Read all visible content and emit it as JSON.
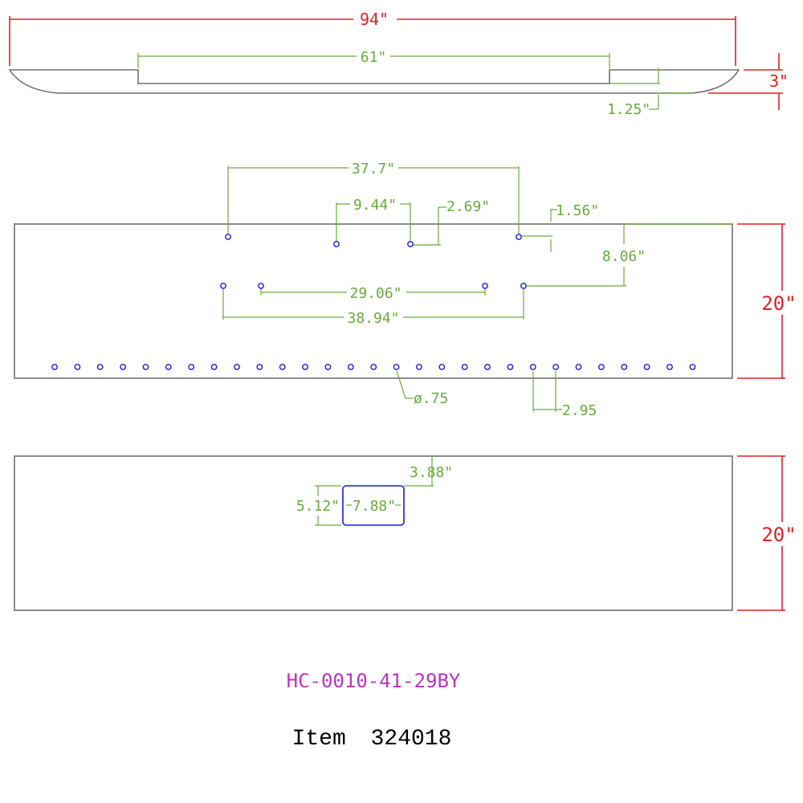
{
  "side_view": {
    "overall_length": "94\"",
    "step_length": "61\"",
    "height": "3\"",
    "step_depth": "1.25\""
  },
  "top_panel": {
    "dim_37_7": "37.7\"",
    "dim_9_44": "9.44\"",
    "dim_2_69": "2.69\"",
    "dim_1_56": "1.56\"",
    "dim_8_06": "8.06\"",
    "dim_29_06": "29.06\"",
    "dim_38_94": "38.94\"",
    "hole_diameter": "ø.75",
    "hole_spacing": "2.95",
    "width": "20\"",
    "row_hole_count": 29
  },
  "bottom_panel": {
    "dim_3_88": "3.88\"",
    "cutout_height": "5.12\"",
    "cutout_width": "7.88\"",
    "width": "20\""
  },
  "part_number": "HC-0010-41-29BY",
  "item_label": "Item",
  "item_number": "324018",
  "colors": {
    "dimension": "#6aaa3c",
    "overall_dimension": "#e02020",
    "hole": "#1a1adc",
    "outline": "#707070",
    "part_number": "#c030c0"
  }
}
